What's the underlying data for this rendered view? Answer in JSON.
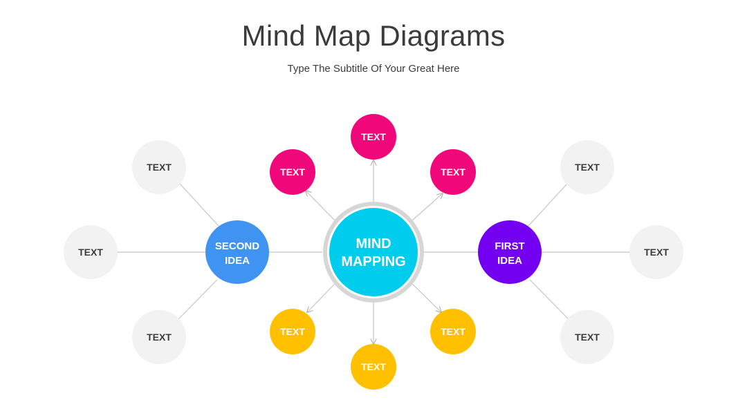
{
  "header": {
    "title": "Mind Map Diagrams",
    "subtitle": "Type The Subtitle Of Your Great Here"
  },
  "colors": {
    "center": "#00ccee",
    "center_ring": "#d6d6d6",
    "pink": "#f0087a",
    "yellow": "#ffc000",
    "blue": "#3f94f2",
    "purple": "#7300f0",
    "gray": "#f2f2f2",
    "line": "#c4c4c4",
    "light_text": "#ffffff",
    "dark_text": "#3b3b3b"
  },
  "center": {
    "lines": [
      "MIND",
      "MAPPING"
    ]
  },
  "top_nodes": [
    "TEXT",
    "TEXT",
    "TEXT"
  ],
  "bottom_nodes": [
    "TEXT",
    "TEXT",
    "TEXT"
  ],
  "left_hub": {
    "lines": [
      "SECOND",
      "IDEA"
    ]
  },
  "right_hub": {
    "lines": [
      "FIRST",
      "IDEA"
    ]
  },
  "left_leaves": [
    "TEXT",
    "TEXT",
    "TEXT"
  ],
  "right_leaves": [
    "TEXT",
    "TEXT",
    "TEXT"
  ]
}
